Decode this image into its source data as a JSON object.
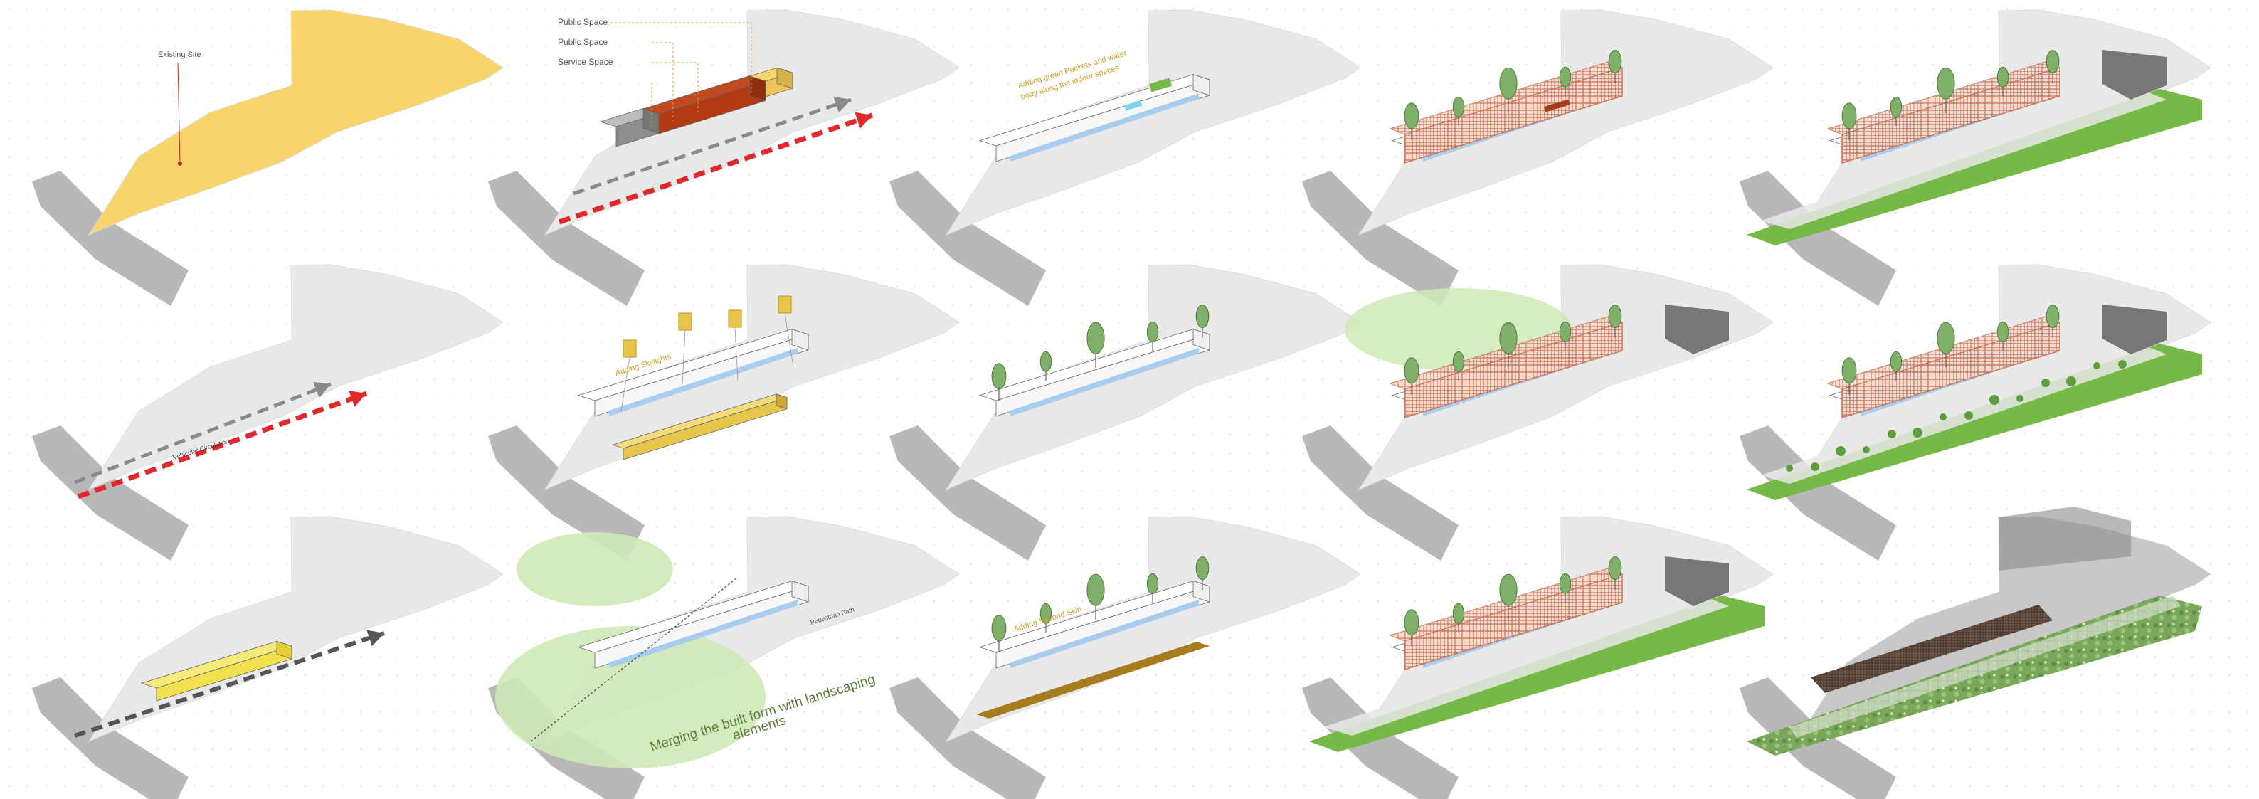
{
  "title": "",
  "colors": {
    "background": "#ffffff",
    "dot_grid": "#e2e2e2",
    "site_plot": "#e9e9e9",
    "site_highlight": "#f7d56b",
    "road": "#b8b8b8",
    "public_space": "#b23a12",
    "service_space": "#8e8e8e",
    "vehicular_circulation": "#e0282d",
    "pedestrian_circulation": "#8a8a8a",
    "skylight_gold": "#e6c64a",
    "water_blue": "#a9cdee",
    "tree_green": "#7fb069",
    "landscape_green": "#77b947",
    "landscape_zone": "#cfeab6",
    "brick_facade": "#c9765b",
    "retaining_wall": "#777777",
    "annotation_gold": "#c9a227"
  },
  "labels": {
    "existing_site": "Existing Site",
    "public_space_1": "Public Space",
    "public_space_2": "Public Space",
    "service_space": "Service Space",
    "adding_green_pockets": "Adding green Pockets and water",
    "adding_green_pockets_2": "body along the indoor spaces",
    "vehicular_circulation": "Vehicular Circulation",
    "adding_skylights": "Adding Skylights",
    "pedestrian_path": "Pedestrian Path",
    "merging_line1": "Merging the built form with landscaping",
    "merging_line2": "elements",
    "adding_second_skin": "Adding Second Skin"
  },
  "panels": [
    {
      "id": "r1c1",
      "stage": "existing-site"
    },
    {
      "id": "r1c2",
      "stage": "space-zoning"
    },
    {
      "id": "r1c3",
      "stage": "green-pockets"
    },
    {
      "id": "r1c4",
      "stage": "brick-facade"
    },
    {
      "id": "r1c5",
      "stage": "landscape"
    },
    {
      "id": "r2c1",
      "stage": "vehicular-circulation"
    },
    {
      "id": "r2c2",
      "stage": "skylights"
    },
    {
      "id": "r2c3",
      "stage": "trees"
    },
    {
      "id": "r2c4",
      "stage": "landscape-zone"
    },
    {
      "id": "r2c5",
      "stage": "vegetation"
    },
    {
      "id": "r3c1",
      "stage": "built-mass"
    },
    {
      "id": "r3c2",
      "stage": "merging"
    },
    {
      "id": "r3c3",
      "stage": "second-skin"
    },
    {
      "id": "r3c4",
      "stage": "green-terrace"
    },
    {
      "id": "r3c5",
      "stage": "final-render"
    }
  ]
}
